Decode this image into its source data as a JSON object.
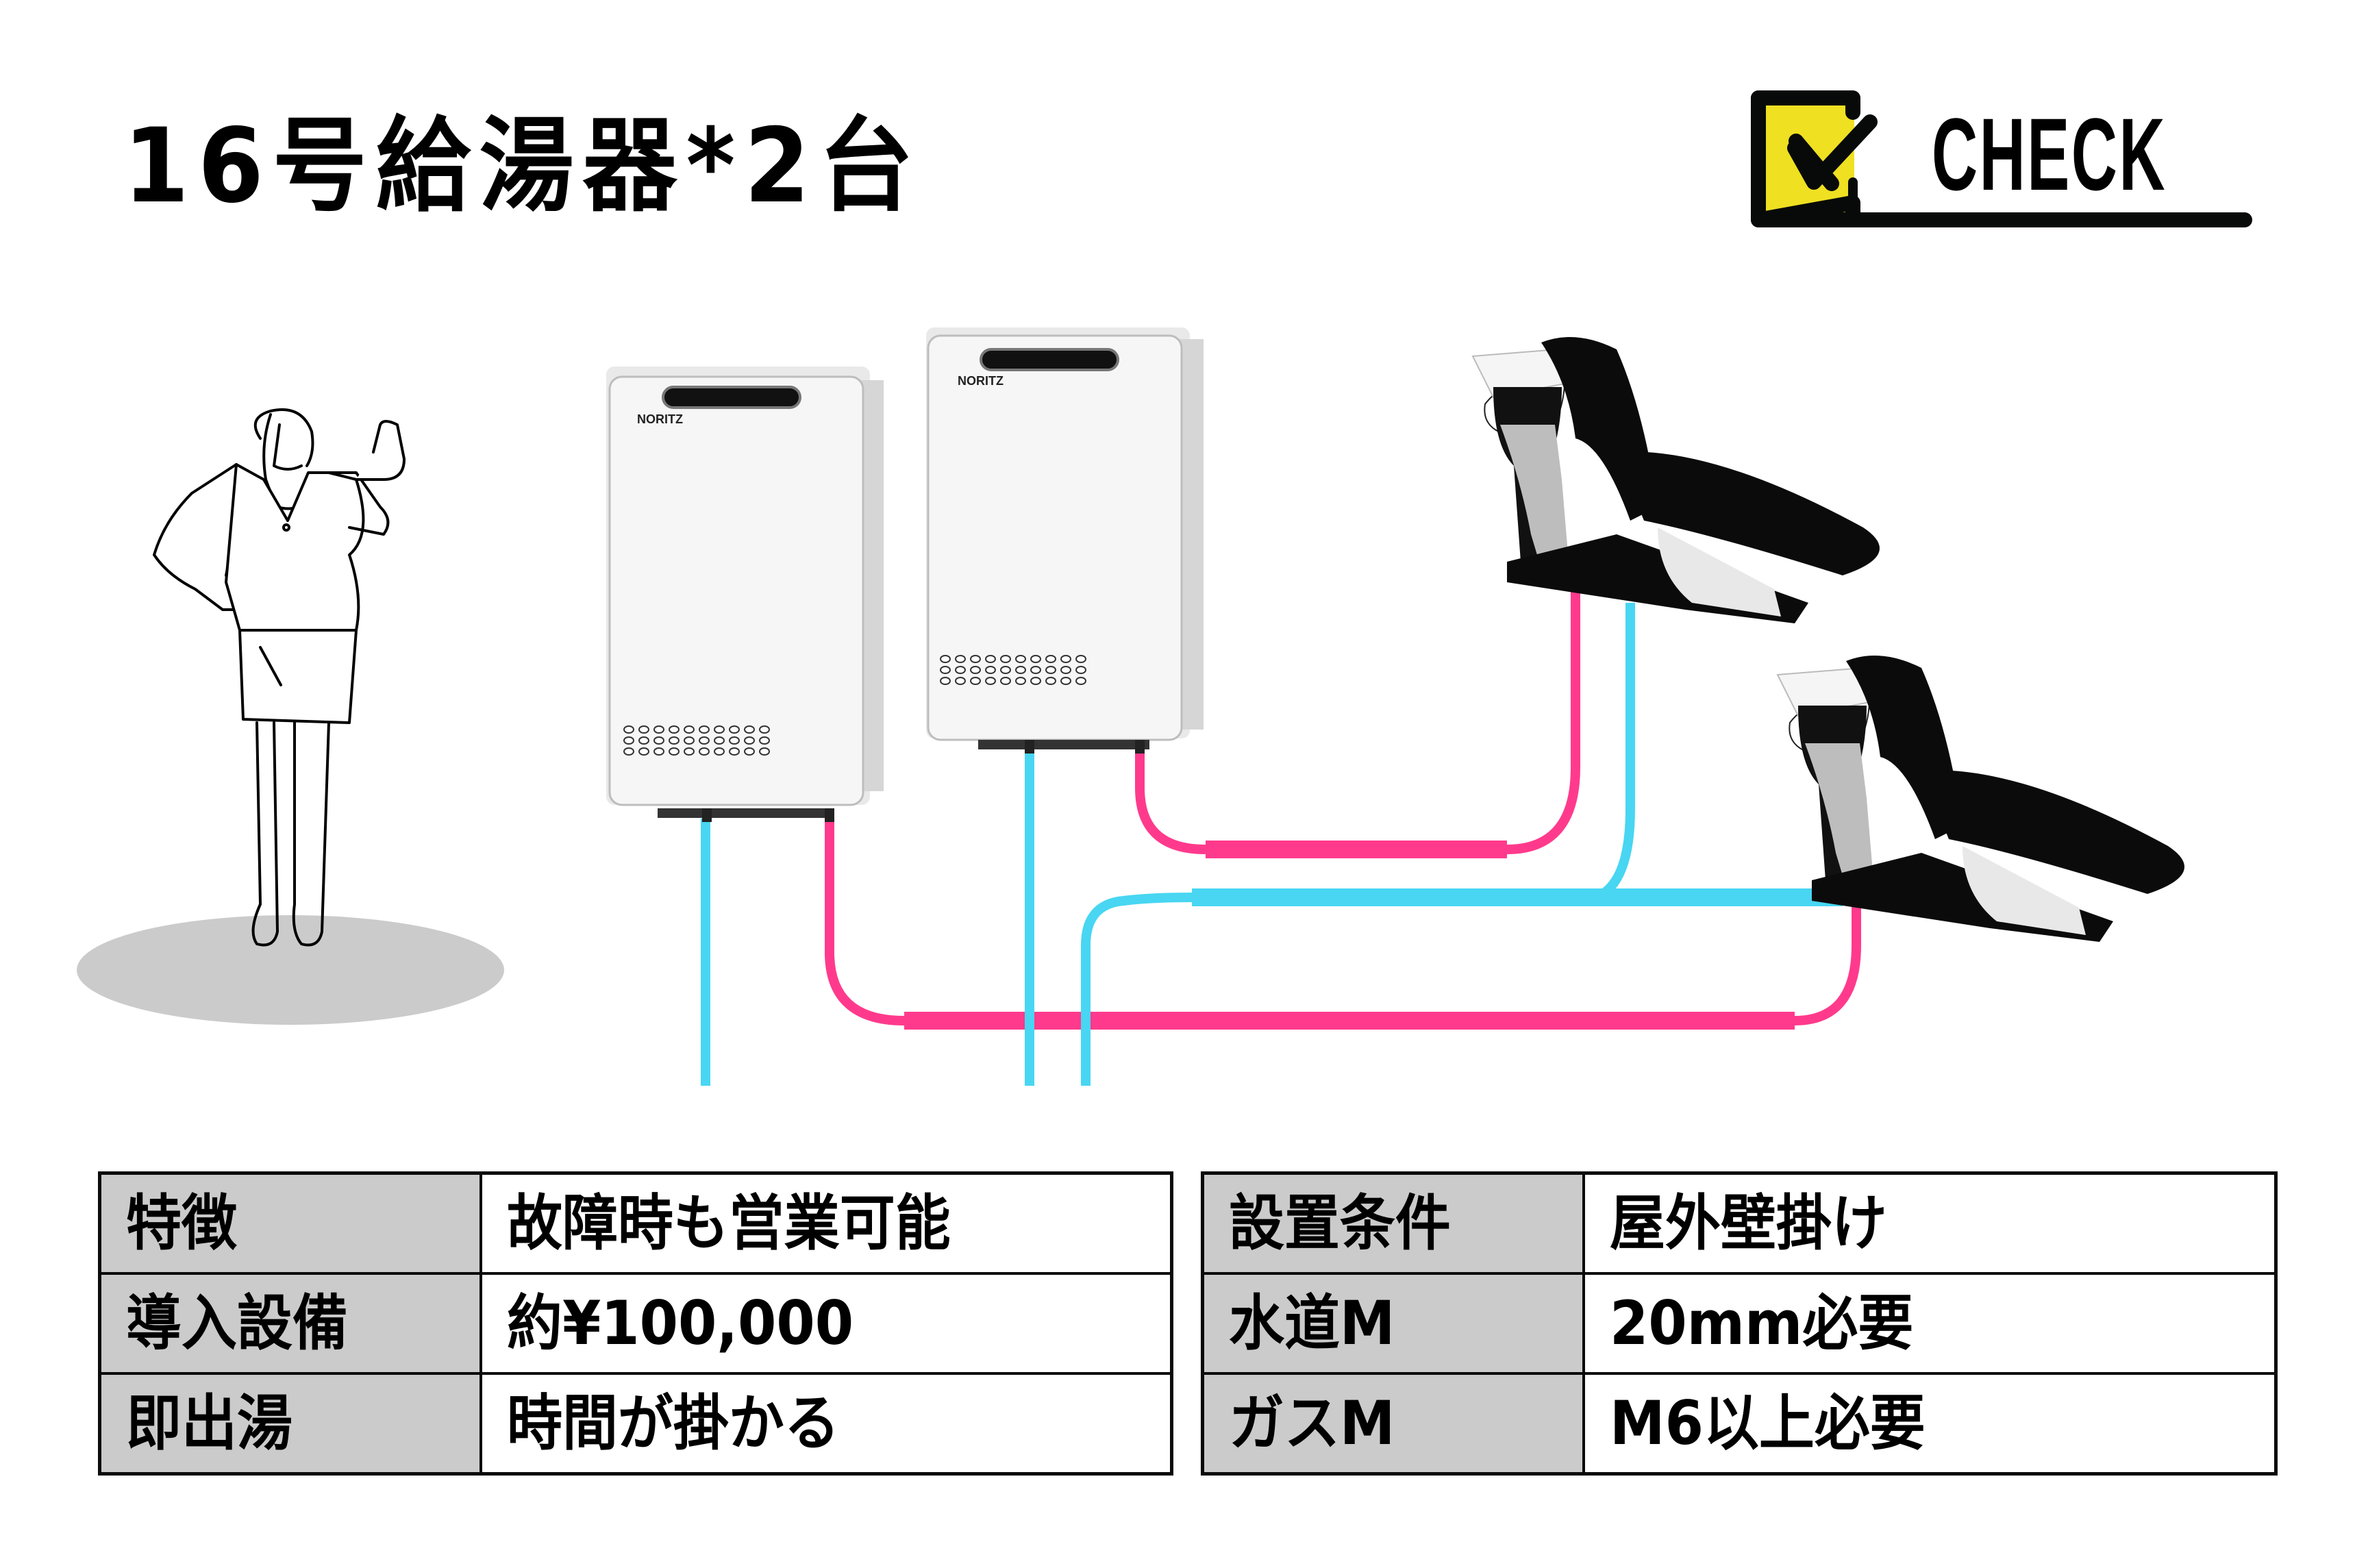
{
  "title": "16号給湯器*2台",
  "badge": {
    "label": "CHECK",
    "icon": "checkbox-checked-icon",
    "colors": {
      "box_fill": "#efe022",
      "stroke": "#070a08"
    }
  },
  "illustration": {
    "presenter": "businesswoman-pointing-up",
    "water_heaters": [
      {
        "brand": "NORITZ"
      },
      {
        "brand": "NORITZ"
      }
    ],
    "shampoo_chairs": 2,
    "pipe_colors": {
      "water_supply": "#48d6f2",
      "hot_water": "#ff3a8c"
    },
    "shadow_color": "#cbcbcb"
  },
  "tables": {
    "left": [
      {
        "key": "特徴",
        "value": "故障時も営業可能"
      },
      {
        "key": "導入設備",
        "value": "約¥100,000"
      },
      {
        "key": "即出湯",
        "value": "時間が掛かる"
      }
    ],
    "right": [
      {
        "key": "設置条件",
        "value": "屋外壁掛け"
      },
      {
        "key": "水道M",
        "value": "20mm必要"
      },
      {
        "key": "ガスM",
        "value": "M6以上必要"
      }
    ]
  }
}
